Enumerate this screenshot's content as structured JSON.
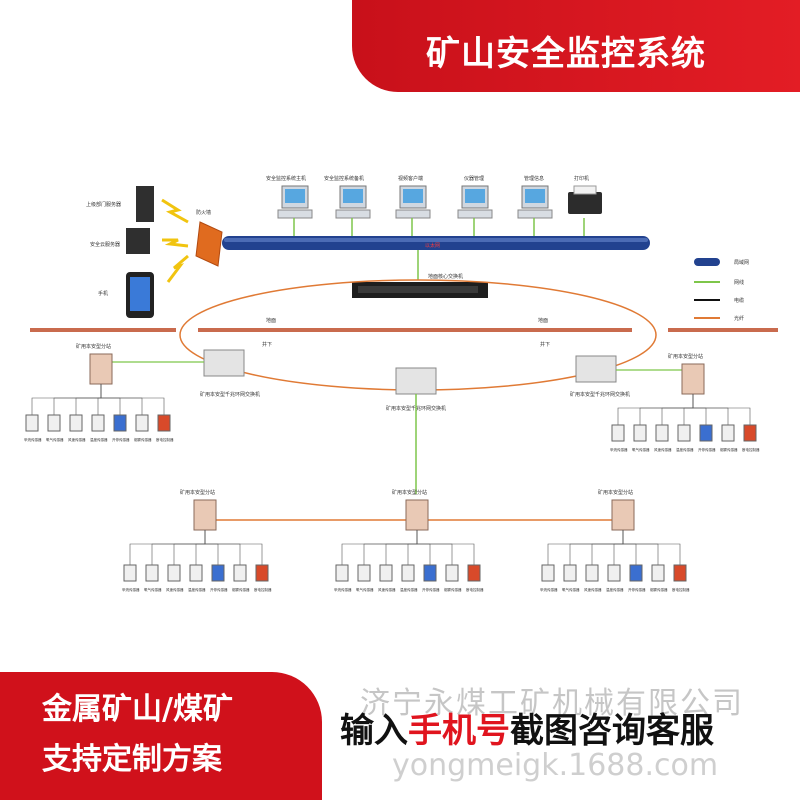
{
  "title": "矿山安全监控系统",
  "promo": {
    "line1": "金属矿山/煤矿",
    "line2": "支持定制方案",
    "cta_pre": "输入",
    "cta_highlight": "手机号",
    "cta_post": "截图咨询客服",
    "watermark_cn": "济宁永煤工矿机械有限公司",
    "watermark_en": "yongmeigk.1688.com"
  },
  "left_devices": [
    "上级部门服务器",
    "安全云服务器",
    "手机"
  ],
  "firewall": "防火墙",
  "top_devices": [
    "安全监控系统主机",
    "安全监控系统备机",
    "视频客户端",
    "仪器管理",
    "管理信息",
    "打印机"
  ],
  "core_switch": "地面核心交换机",
  "ring_label": "以太网",
  "surface": "地面",
  "underground": "井下",
  "ring_switch": "矿用本安型千兆环网交换机",
  "substation": "矿用本安型分站",
  "sensors": [
    "甲烷传感器",
    "氧气传感器",
    "风速传感器",
    "温度传感器",
    "开停传感器",
    "烟雾传感器",
    "断电控制器"
  ],
  "legend": [
    "局域网",
    "网线",
    "电缆",
    "光纤"
  ],
  "colors": {
    "accent": "#d0111b",
    "fiber": "#e07a35",
    "lan": "#1a3e8c",
    "net": "#7ec64a"
  }
}
